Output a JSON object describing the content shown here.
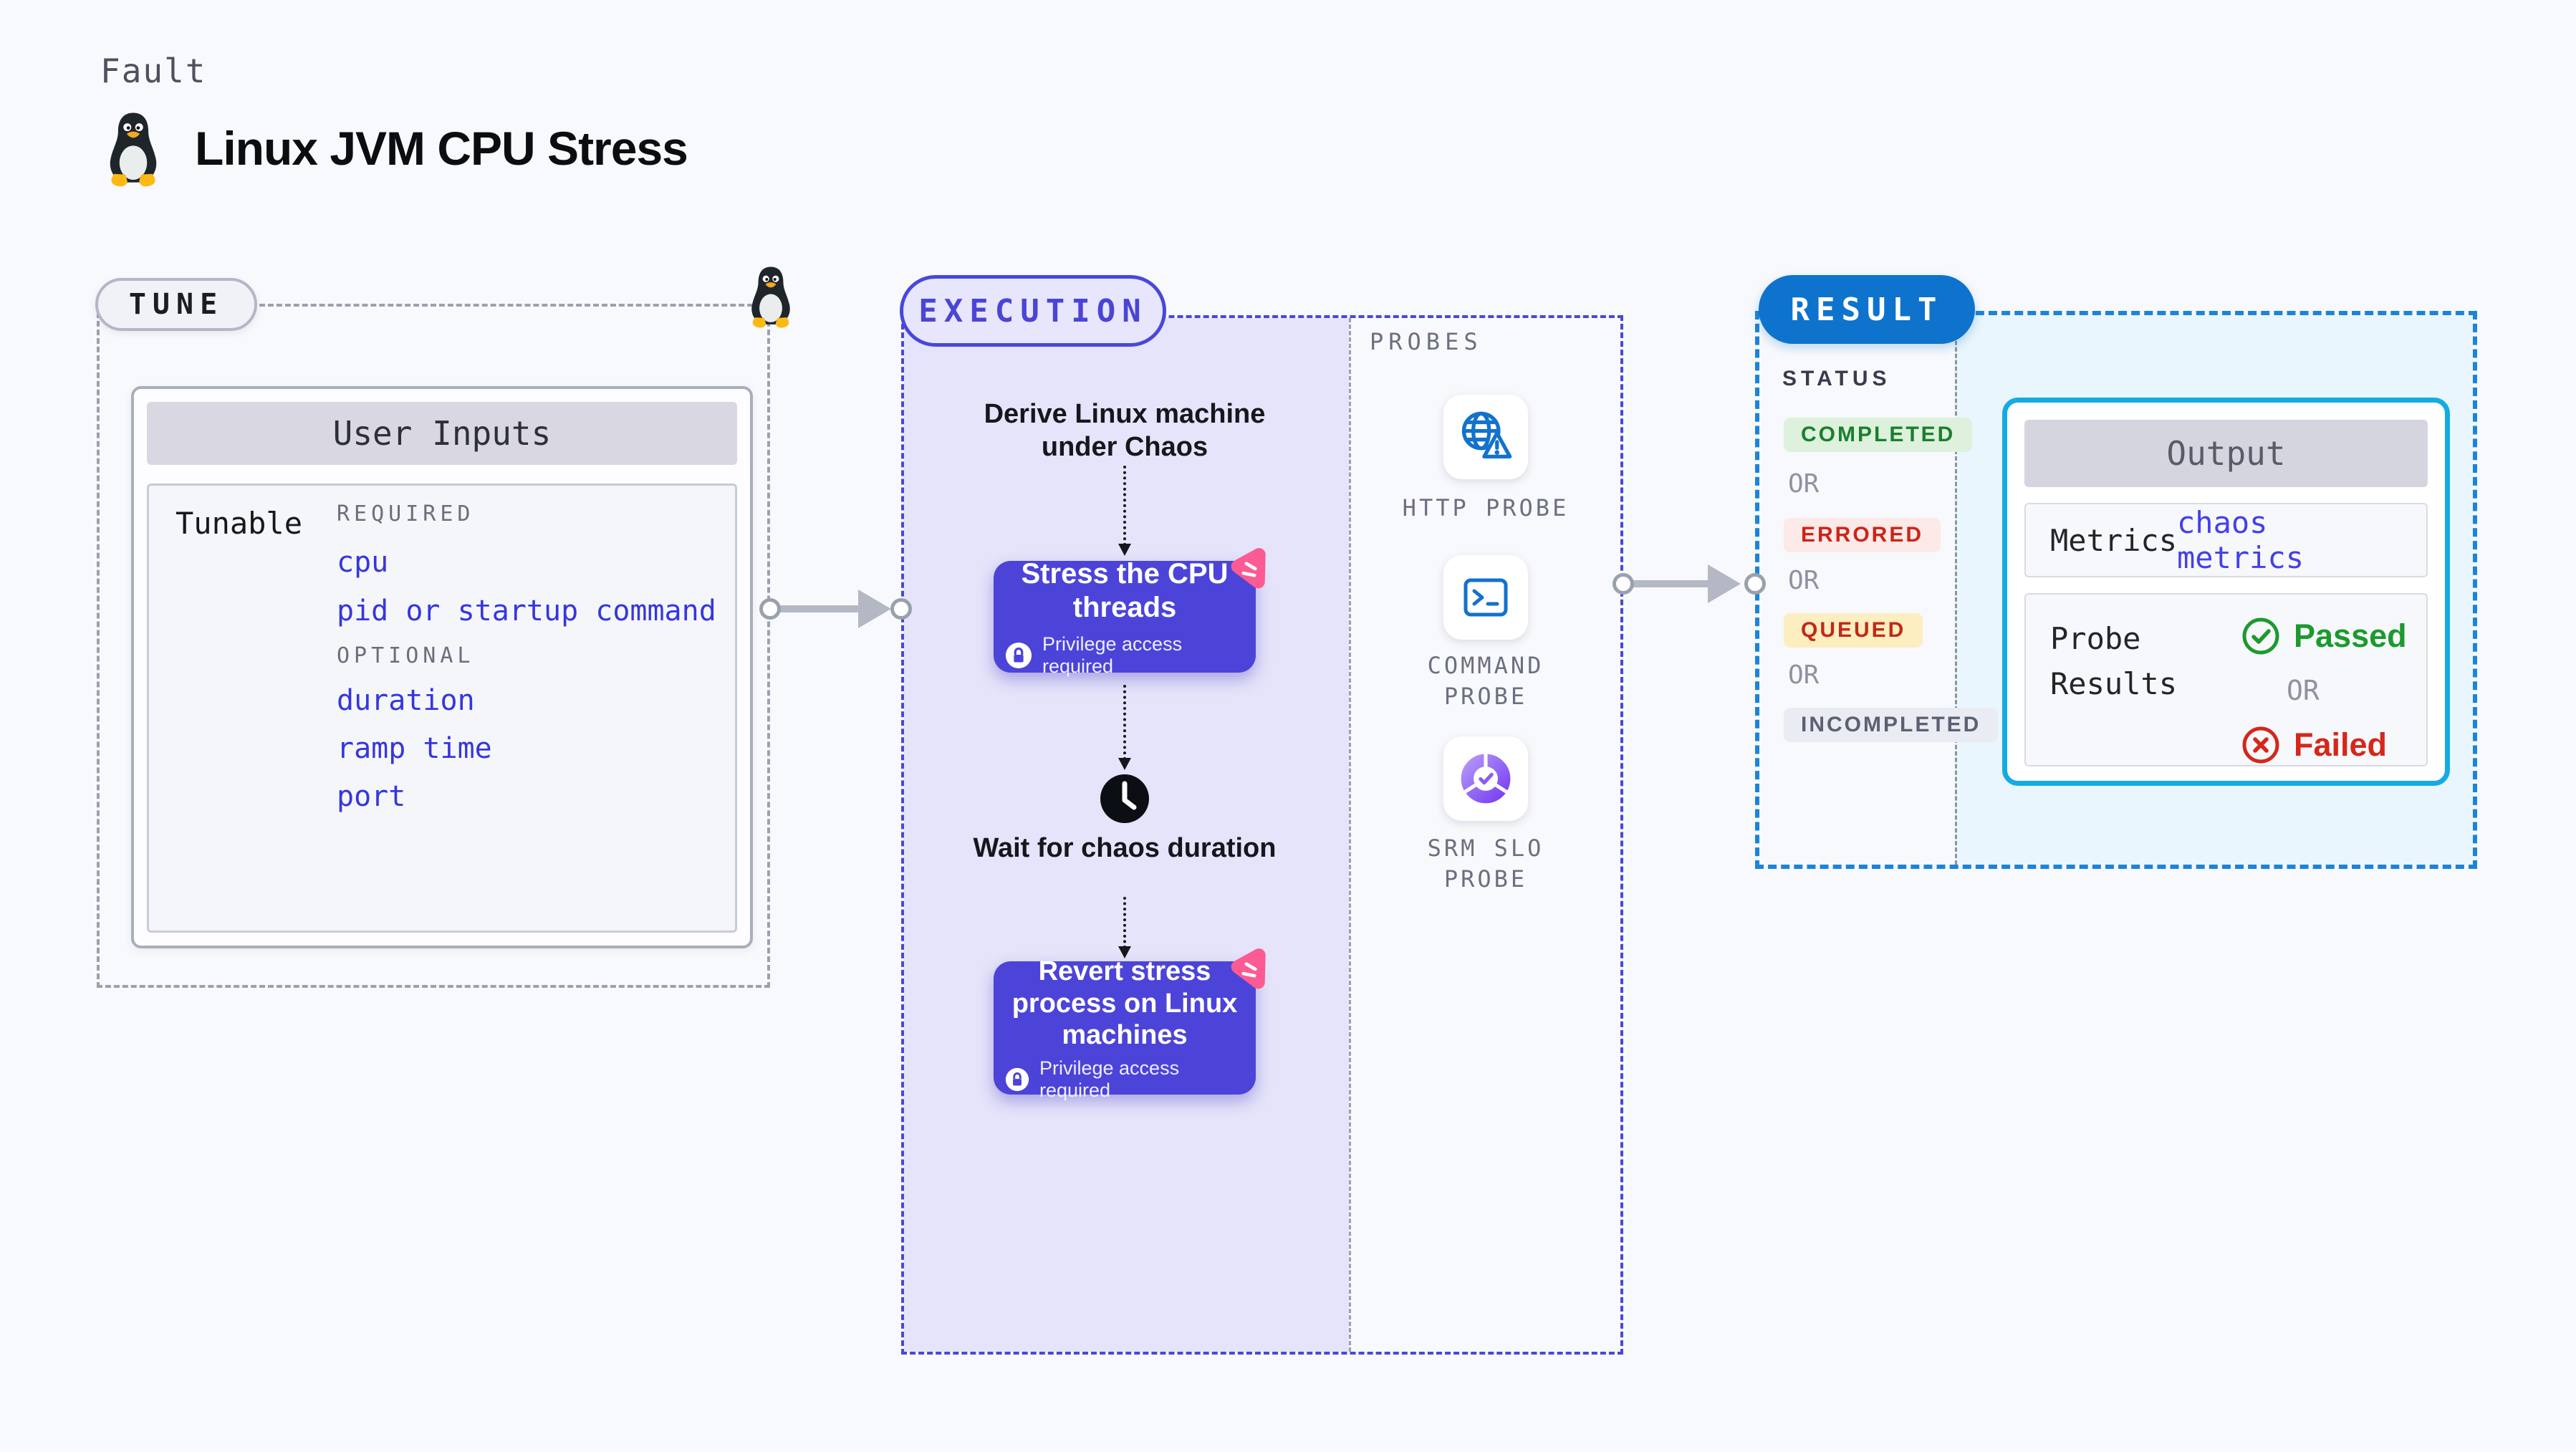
{
  "page": {
    "kicker": "Fault",
    "title": "Linux JVM CPU Stress"
  },
  "tune": {
    "pill": "TUNE",
    "table": {
      "header": "User Inputs",
      "row_label": "Tunable",
      "required_label": "REQUIRED",
      "required_items": [
        "cpu",
        "pid or startup command"
      ],
      "optional_label": "OPTIONAL",
      "optional_items": [
        "duration",
        "ramp time",
        "port"
      ]
    }
  },
  "execution": {
    "pill": "EXECUTION",
    "derive_label": "Derive Linux machine under Chaos",
    "stress_title": "Stress the CPU threads",
    "wait_label": "Wait for chaos duration",
    "revert_title": "Revert stress process on Linux machines",
    "privilege_label": "Privilege access required"
  },
  "probes": {
    "heading": "PROBES",
    "items": [
      {
        "label": "HTTP PROBE",
        "icon": "globe-alert-icon"
      },
      {
        "label": "COMMAND PROBE",
        "icon": "terminal-icon"
      },
      {
        "label": "SRM SLO PROBE",
        "icon": "slo-donut-icon"
      }
    ]
  },
  "result": {
    "pill": "RESULT",
    "status": {
      "heading": "STATUS",
      "or_label": "OR",
      "badges": [
        {
          "label": "COMPLETED"
        },
        {
          "label": "ERRORED"
        },
        {
          "label": "QUEUED"
        },
        {
          "label": "INCOMPLETED"
        }
      ]
    },
    "output": {
      "header": "Output",
      "metrics_label": "Metrics",
      "metrics_value": "chaos metrics",
      "probe_results_label": "Probe Results",
      "passed_label": "Passed",
      "or_label": "OR",
      "failed_label": "Failed"
    }
  },
  "colors": {
    "accent_indigo": "#4c44d8",
    "accent_pink": "#fb5b92",
    "probe_blue": "#1272cc",
    "result_blue": "#0d73cd",
    "output_border": "#14abe2",
    "success_green": "#1b9a2e",
    "error_red": "#d5271a",
    "link_indigo": "#3636de",
    "exec_fill": "#e5e4fa",
    "result_fill": "#e9f6fd"
  }
}
